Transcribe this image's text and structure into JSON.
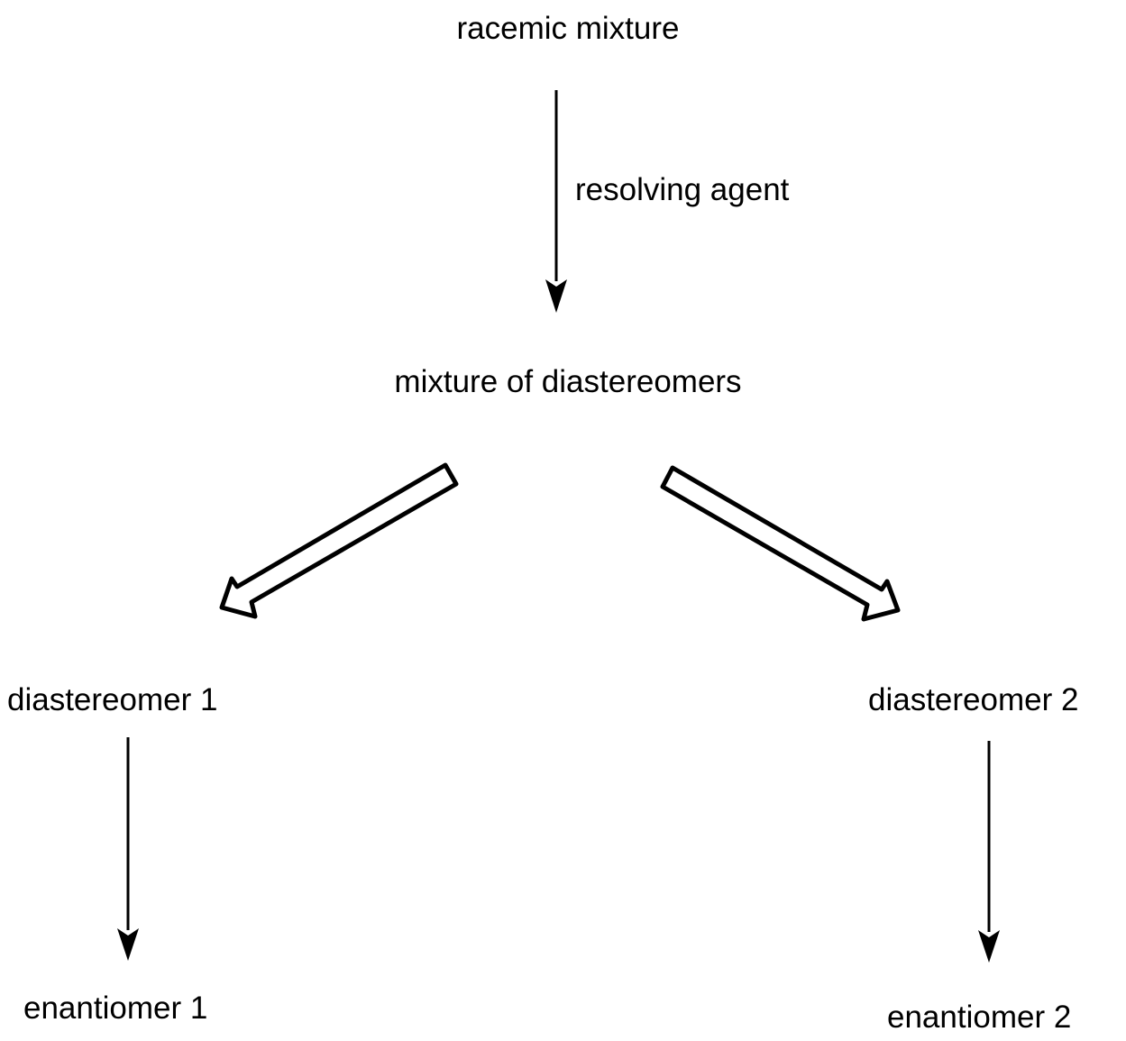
{
  "nodes": {
    "racemic": "racemic mixture",
    "mixture": "mixture of diastereomers",
    "dia1": "diastereomer 1",
    "dia2": "diastereomer 2",
    "en1": "enantiomer 1",
    "en2": "enantiomer 2"
  },
  "edges": {
    "reagent_label": "resolving agent"
  },
  "colors": {
    "stroke": "#000000",
    "background": "#ffffff"
  }
}
